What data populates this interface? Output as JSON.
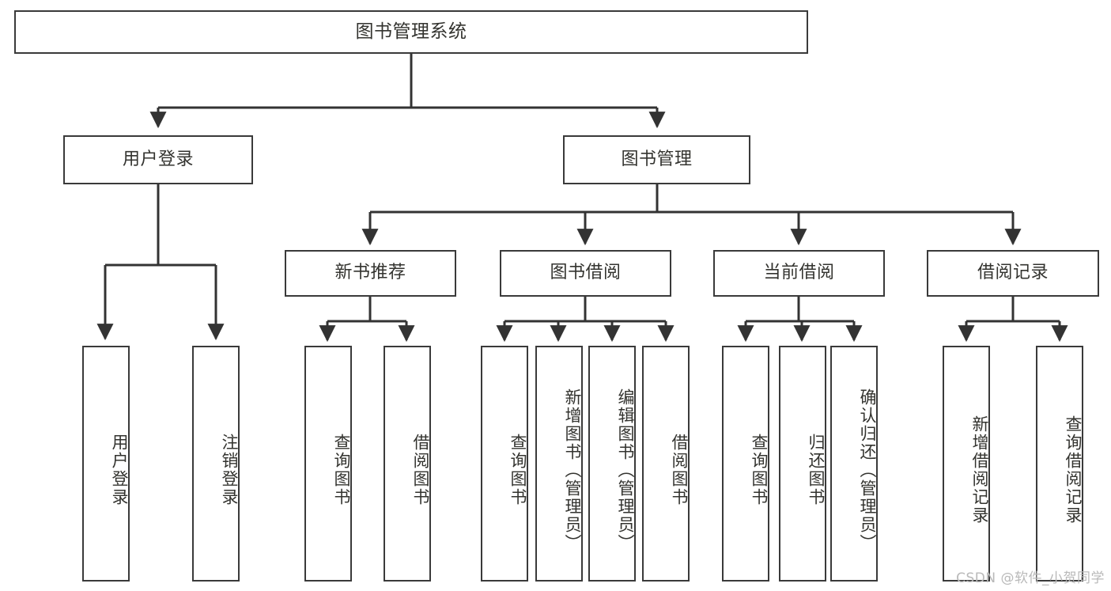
{
  "diagram": {
    "type": "tree",
    "title": "图书管理系统",
    "root": {
      "label": "图书管理系统"
    },
    "level2": [
      {
        "label": "用户登录"
      },
      {
        "label": "图书管理"
      }
    ],
    "level3": [
      {
        "label": "新书推荐"
      },
      {
        "label": "图书借阅"
      },
      {
        "label": "当前借阅"
      },
      {
        "label": "借阅记录"
      }
    ],
    "leaves": {
      "user_login": [
        {
          "label": "用户登录"
        },
        {
          "label": "注销登录"
        }
      ],
      "new_book_recommend": [
        {
          "label": "查询图书"
        },
        {
          "label": "借阅图书"
        }
      ],
      "book_borrow": [
        {
          "label": "查询图书"
        },
        {
          "label": "新增图书（管理员）"
        },
        {
          "label": "编辑图书（管理员）"
        },
        {
          "label": "借阅图书"
        }
      ],
      "current_borrow": [
        {
          "label": "查询图书"
        },
        {
          "label": "归还图书"
        },
        {
          "label": "确认归还（管理员）"
        }
      ],
      "borrow_record": [
        {
          "label": "新增借阅记录"
        },
        {
          "label": "查询借阅记录"
        }
      ]
    }
  },
  "watermark": {
    "text": "CSDN @软件_小贺同学"
  },
  "colors": {
    "border": "#3a3a3a",
    "text": "#33332f",
    "line": "#333333",
    "background": "#ffffff",
    "watermark": "#b9b9b9"
  }
}
